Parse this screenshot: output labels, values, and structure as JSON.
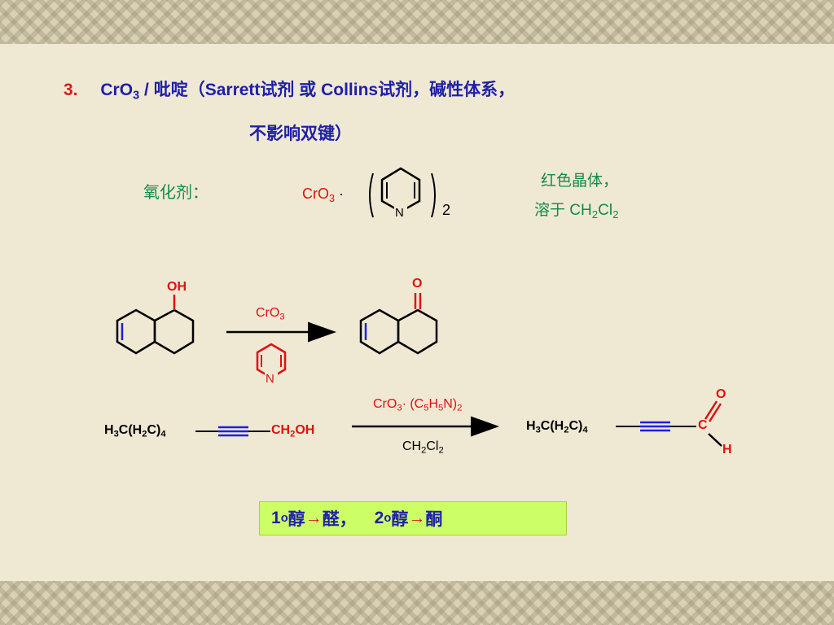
{
  "heading": {
    "number": "3.",
    "line1": "CrO",
    "line1_sub": "3",
    "line1_rest": " / 吡啶（Sarrett试剂 或 Collins试剂，碱性体系，",
    "line2": "不影响双键）"
  },
  "oxidant": {
    "label": "氧化剂：",
    "formula_main": "CrO",
    "formula_sub": "3",
    "formula_dot": " ·",
    "pyridine_N": "N",
    "coefficient": "2",
    "note_line1": "红色晶体，",
    "note_line2_prefix": "溶于 CH",
    "note_line2_sub1": "2",
    "note_line2_mid": "Cl",
    "note_line2_sub2": "2"
  },
  "reaction1": {
    "reactant_oh": "OH",
    "product_o": "O",
    "reagent": "CrO",
    "reagent_sub": "3",
    "pyridine_N": "N"
  },
  "reaction2": {
    "reactant_left": "H",
    "reactant_left_sub1": "3",
    "reactant_left_mid": "C(H",
    "reactant_left_sub2": "2",
    "reactant_left_end": "C)",
    "reactant_left_sub3": "4",
    "reactant_right": "CH",
    "reactant_right_sub": "2",
    "reactant_right_end": "OH",
    "reagent_top": "CrO",
    "reagent_top_sub1": "3",
    "reagent_top_mid": "· (C",
    "reagent_top_sub2": "5",
    "reagent_top_mid2": "H",
    "reagent_top_sub3": "5",
    "reagent_top_end": "N)",
    "reagent_top_sub4": "2",
    "reagent_bottom": "CH",
    "reagent_bottom_sub1": "2",
    "reagent_bottom_mid": "Cl",
    "reagent_bottom_sub2": "2",
    "product_left": "H",
    "product_left_sub1": "3",
    "product_left_mid": "C(H",
    "product_left_sub2": "2",
    "product_left_end": "C)",
    "product_left_sub3": "4",
    "product_c": "C",
    "product_o": "O",
    "product_h": "H"
  },
  "summary": {
    "part1_num": "1",
    "part1_sup": "o",
    "part1_text": " 醇 ",
    "arrow": "→",
    "part1_result": " 醛，",
    "part2_num": "2",
    "part2_sup": "o",
    "part2_text": " 醇 ",
    "part2_result": " 酮"
  },
  "colors": {
    "title_blue": "#1f1fa8",
    "number_red": "#d02020",
    "note_green": "#128a4a",
    "highlight_red": "#e01010",
    "summary_bg": "#ccff66",
    "background": "#efe9d4"
  }
}
